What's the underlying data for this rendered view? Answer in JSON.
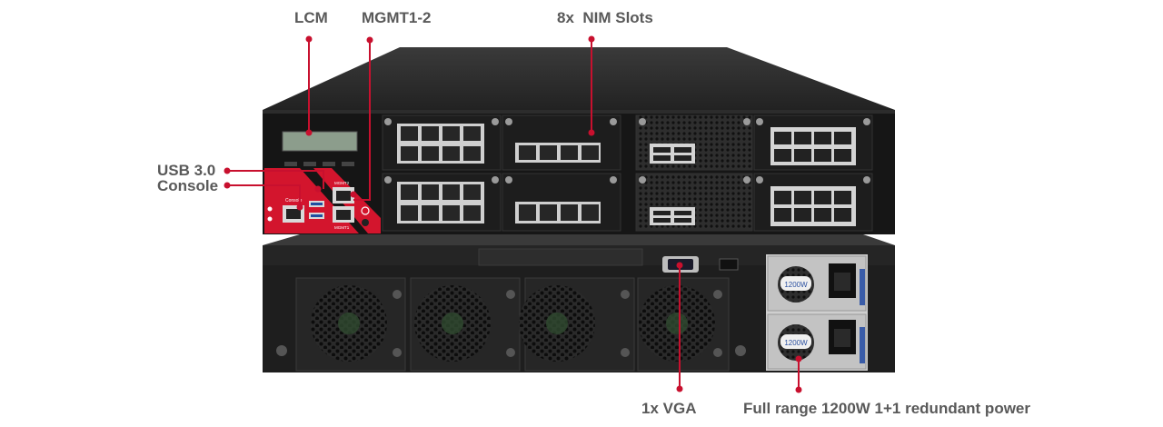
{
  "labels": {
    "lcm": "LCM",
    "mgmt": "MGMT1-2",
    "nim": "8x  NIM Slots",
    "usb": "USB 3.0",
    "console": "Console",
    "vga": "1x VGA",
    "power": "Full range 1200W 1+1 redundant power"
  },
  "device": {
    "front_console_text": "Console",
    "front_mgmt2_text": "MGMT2",
    "front_mgmt1_text": "MGMT1",
    "psu_top_text": "1200W",
    "psu_bottom_text": "1200W"
  },
  "colors": {
    "accent": "#c8102e",
    "label_text": "#595959",
    "chassis": "#1c1c1c",
    "front_panel_red": "#d3152d"
  }
}
